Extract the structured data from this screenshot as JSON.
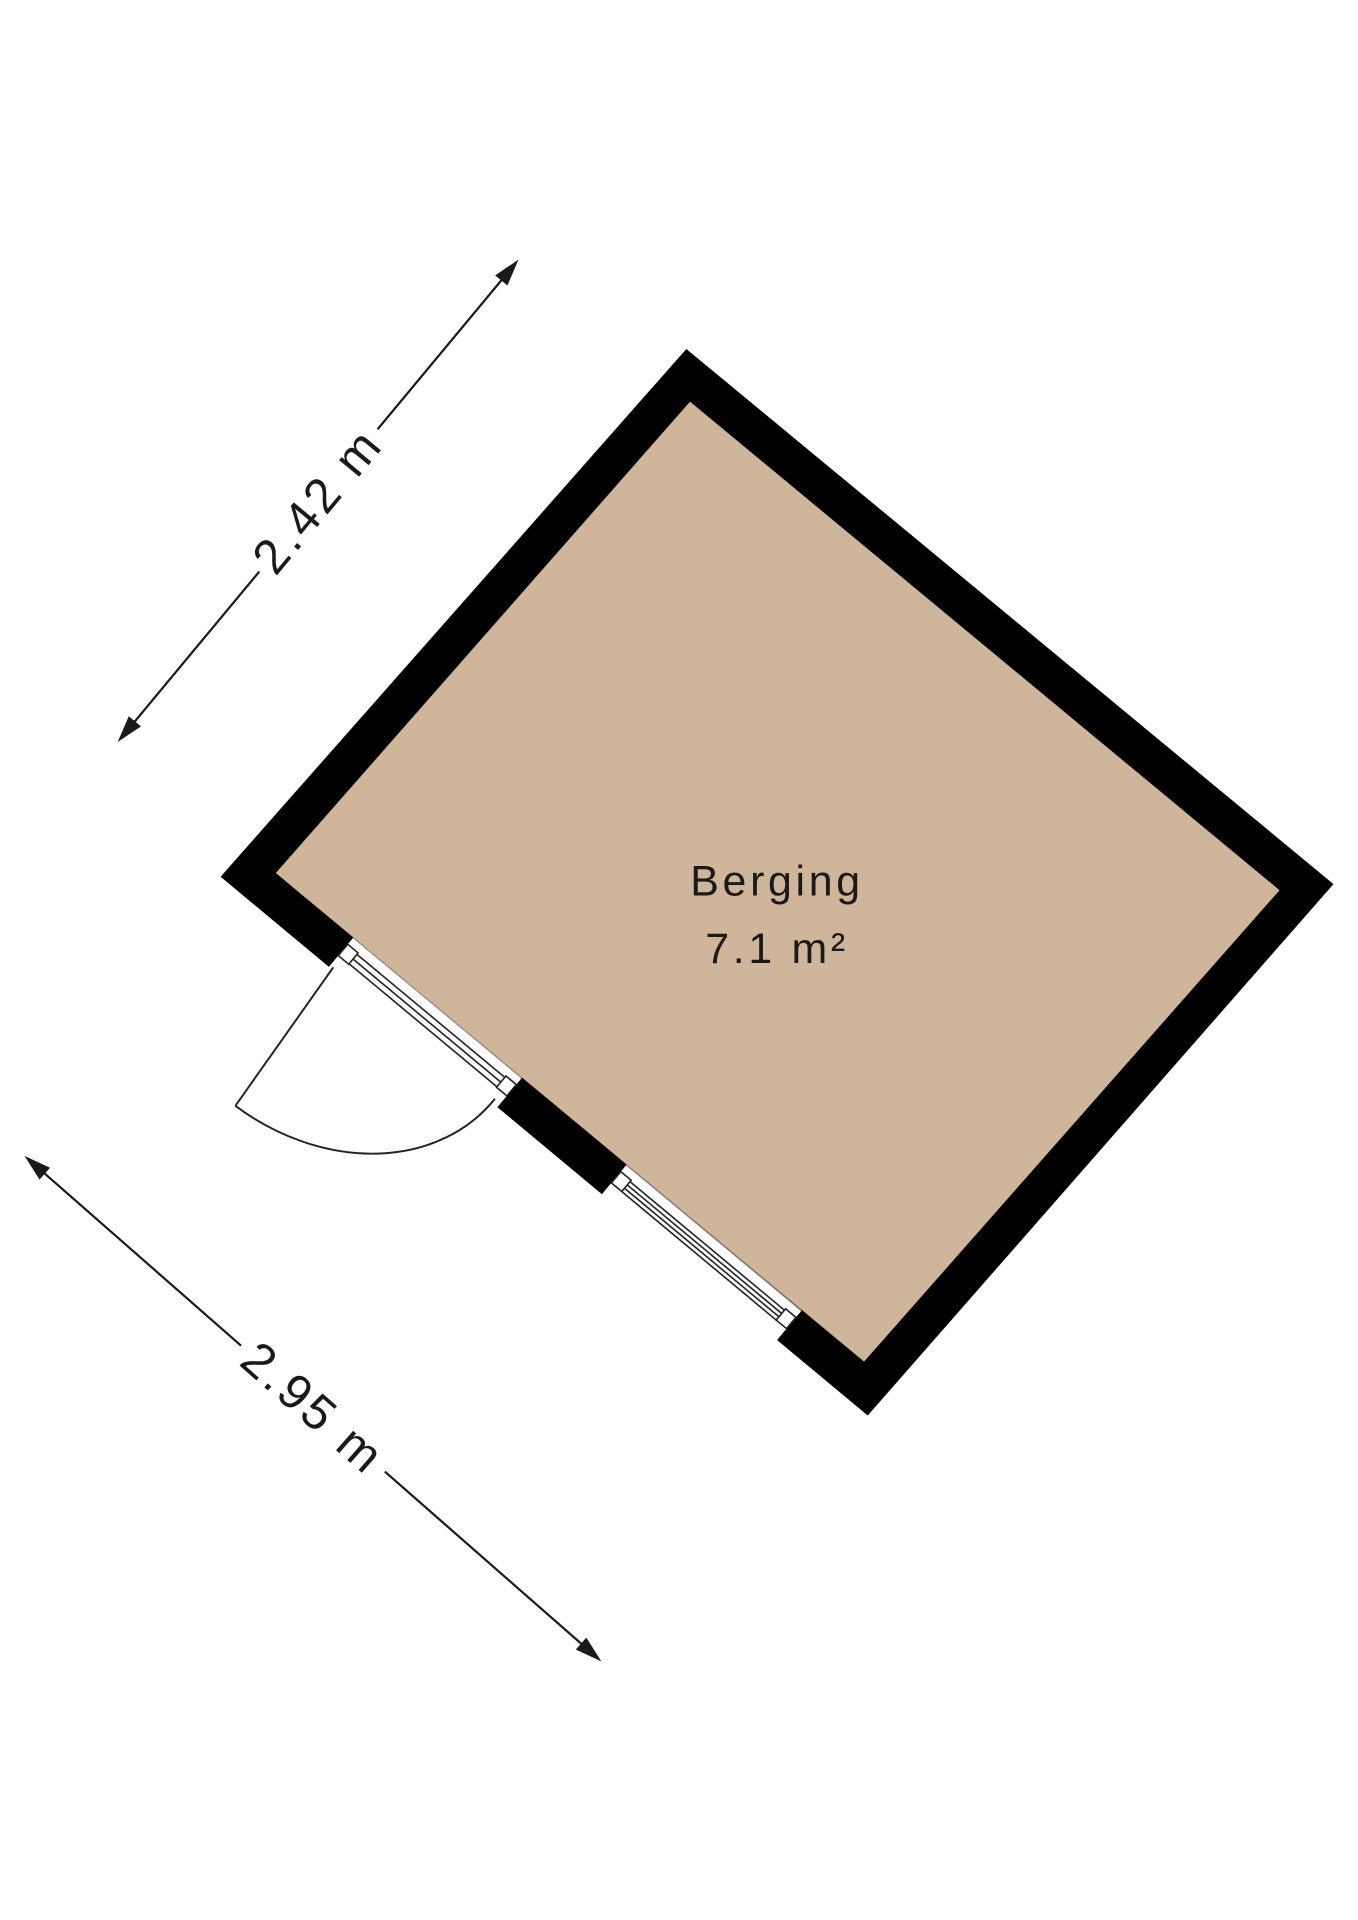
{
  "room": {
    "name": "Berging",
    "area": "7.1 m²"
  },
  "dimensions": [
    {
      "label": "2.42 m"
    },
    {
      "label": "2.95 m"
    }
  ],
  "colors": {
    "background": "#ffffff",
    "wall": "#000000",
    "floor": "#cfb59a",
    "line": "#1a1a1a"
  }
}
